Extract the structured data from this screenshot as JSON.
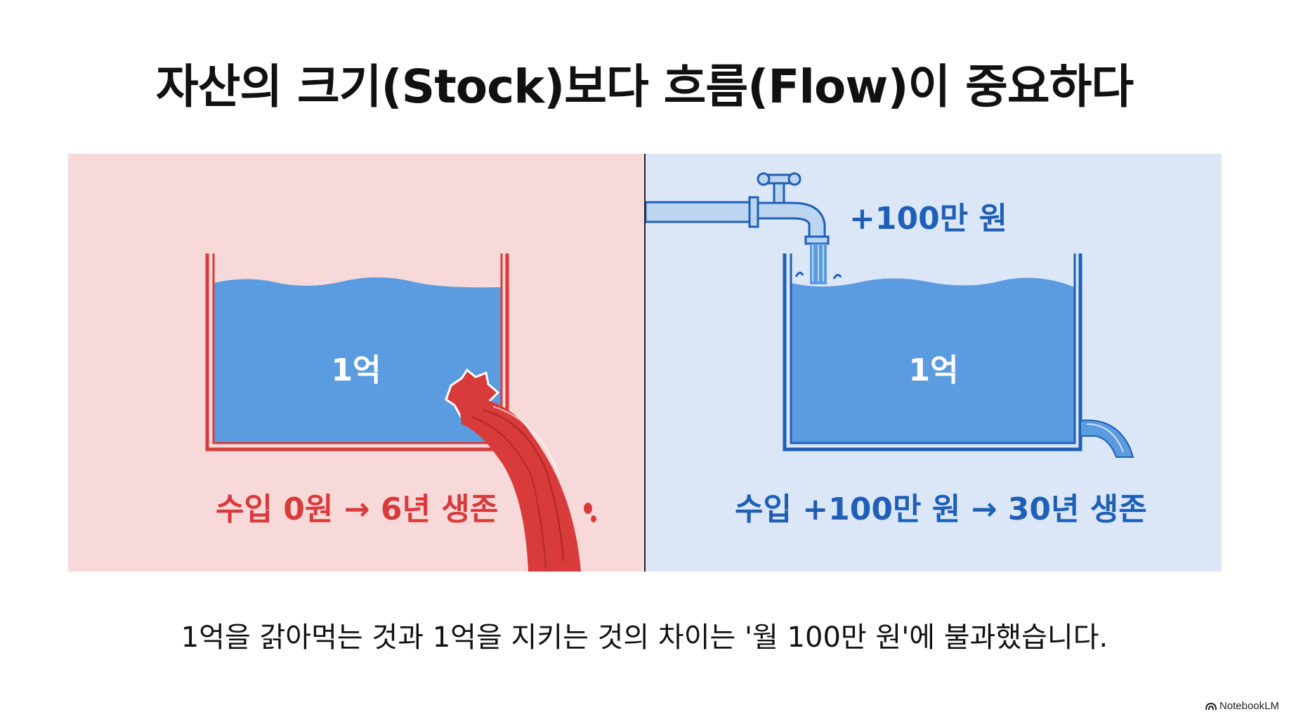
{
  "title": "자산의 크기(Stock)보다 흐름(Flow)이 중요하다",
  "left_panel": {
    "tank_label": "1억",
    "caption": "수입 0원 → 6년 생존"
  },
  "right_panel": {
    "tank_label": "1억",
    "inflow_label": "+100만 원",
    "caption": "수입 +100만 원 → 30년 생존"
  },
  "bottom_text": "1억을 갉아먹는 것과 1억을 지키는 것의 차이는 '월 100만 원'에 불과했습니다.",
  "brand": "NotebookLM",
  "colors": {
    "left_bg": "#f8d9d9",
    "right_bg": "#dbe7f7",
    "water": "#5b9be0",
    "leak_red": "#d93a3a",
    "accent_blue": "#1f5fb8"
  },
  "icons": [
    "faucet-icon",
    "leak-stream-icon",
    "outflow-stream-icon",
    "notebooklm-logo-icon"
  ]
}
